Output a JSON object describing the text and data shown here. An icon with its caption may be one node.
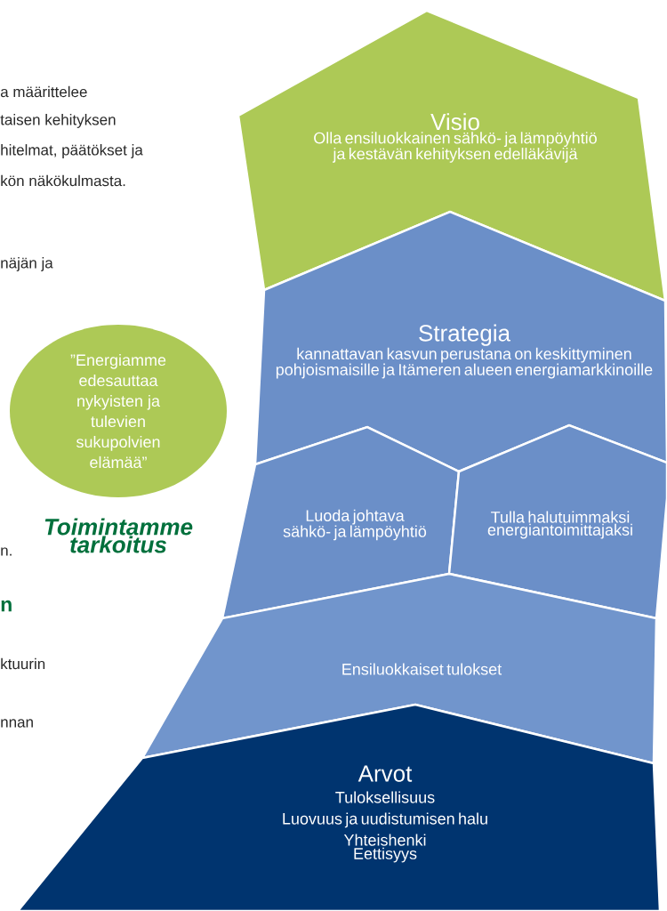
{
  "diagram": {
    "nodes": [
      {
        "text": [
          "Visio",
          "Olla ensiluokkainen sähkö- ja lämpöyhtiö ja kestävän kehityksen edelläkävijä"
        ]
      },
      {
        "text": [
          "Strategia",
          "kannattavan kasvun perustana on keskittyminen pohjoismaisille ja Itämeren alueen energiamarkkinoille"
        ]
      },
      {
        "text": [
          "Luoda johtava sähkö- ja lämpöyhtiö"
        ]
      },
      {
        "text": [
          "Tulla halutuimmaksi energiantoimittajaksi"
        ]
      },
      {
        "text": [
          "Ensiluokkaiset tulokset"
        ]
      },
      {
        "text": [
          "Arvot",
          "Tuloksellisuus",
          "Luovuus ja uudistumisen halu",
          "Yhteishenki",
          "Eettisyys"
        ]
      },
      {
        "text": [
          "”Energiamme edesauttaa nykyisten ja tulevien sukupolvien elämää”"
        ],
        "beside": [
          "Toimintamme tarkoitus"
        ]
      }
    ],
    "labels": [
      "a määrittelee",
      "taisen kehityksen",
      "hitelmat, päätökset ja",
      "kön näkökulmasta.",
      "näjän ja",
      "n.",
      "n",
      "ktuurin",
      "nnan"
    ]
  }
}
